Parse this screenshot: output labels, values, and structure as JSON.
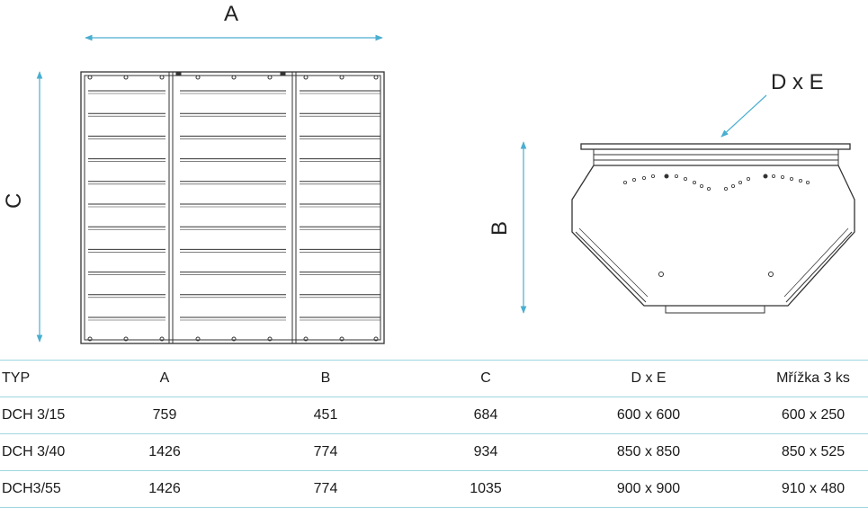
{
  "labels": {
    "a": "A",
    "b": "B",
    "c": "C",
    "dxe": "D x E"
  },
  "colors": {
    "dimension_arrow": "#4aaed0",
    "line": "#333333",
    "table_rule": "#9fd6e0"
  },
  "table": {
    "headers": [
      "TYP",
      "A",
      "B",
      "C",
      "D x E",
      "Mřížka 3 ks"
    ],
    "rows": [
      [
        "DCH 3/15",
        "759",
        "451",
        "684",
        "600 x 600",
        "600 x 250"
      ],
      [
        "DCH 3/40",
        "1426",
        "774",
        "934",
        "850 x 850",
        "850 x 525"
      ],
      [
        "DCH3/55",
        "1426",
        "774",
        "1035",
        "900 x 900",
        "910 x 480"
      ]
    ]
  }
}
